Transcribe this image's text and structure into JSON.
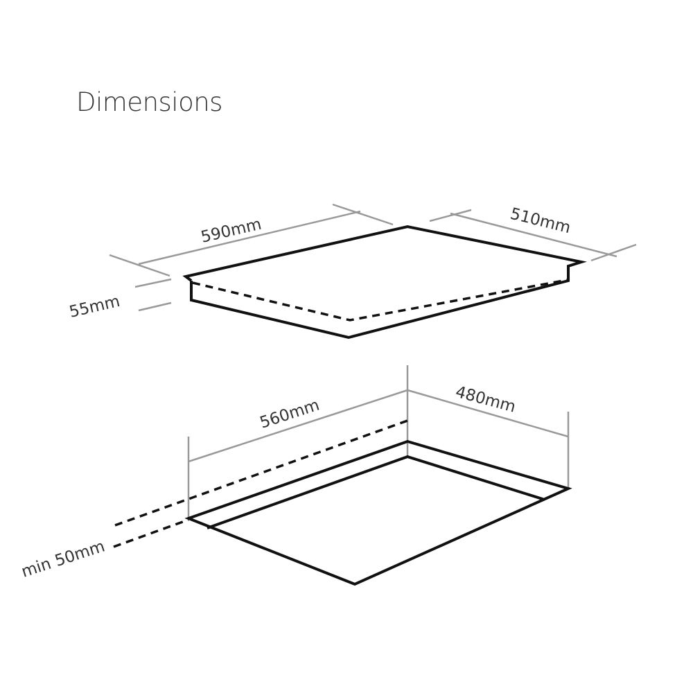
{
  "title": "Dimensions",
  "hob": {
    "width_label": "590mm",
    "depth_label": "510mm",
    "height_label": "55mm"
  },
  "cutout": {
    "width_label": "560mm",
    "depth_label": "480mm",
    "clearance_label": "min 50mm"
  }
}
